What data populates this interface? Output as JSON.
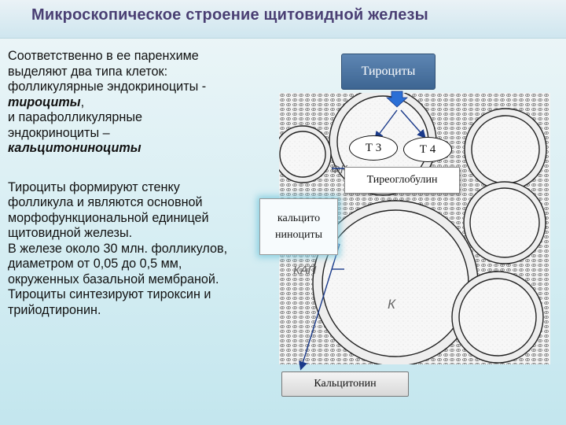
{
  "title": "Микроскопическое строение щитовидной железы",
  "text": {
    "p1_l1": "Соответственно в ее паренхиме",
    "p1_l2": "выделяют два типа клеток:",
    "p1_l3": "фолликулярные эндокриноциты -",
    "p1_l4a": "тироциты",
    "p1_l4b": ",",
    "p1_l5": "и парафолликулярные",
    "p1_l6": "эндокриноциты –",
    "p1_l7": "кальцитониноциты",
    "p2_l1": "Тироциты формируют стенку",
    "p2_l2": "фолликула и являются основной",
    "p2_l3": "морфофункциональной единицей",
    "p2_l4": "щитовидной железы.",
    "p2_l5": "В железе около 30 млн. фолликулов,",
    "p2_l6": "диаметром от 0,05 до 0,5 мм,",
    "p2_l7": "окруженных базальной мембраной.",
    "p2_l8": "Тироциты синтезируют тироксин и",
    "p2_l9": "трийодтиронин."
  },
  "labels": {
    "thyrocytes": "Тироциты",
    "t3": "Т 3",
    "t4": "Т 4",
    "thyroglobulin": "Тиреоглобулин",
    "calcitoninocytes_l1": "кальцито",
    "calcitoninocytes_l2": "ниноциты",
    "calcitonin": "Кальцитонин",
    "fk": "ФК",
    "kap": "КАП",
    "k": "К"
  },
  "colors": {
    "title": "#4a3f73",
    "thyro_box": "#4a72a0",
    "arrow": "#2a6fd6",
    "line": "#1a3a8a",
    "glow": "#78c8dc"
  }
}
